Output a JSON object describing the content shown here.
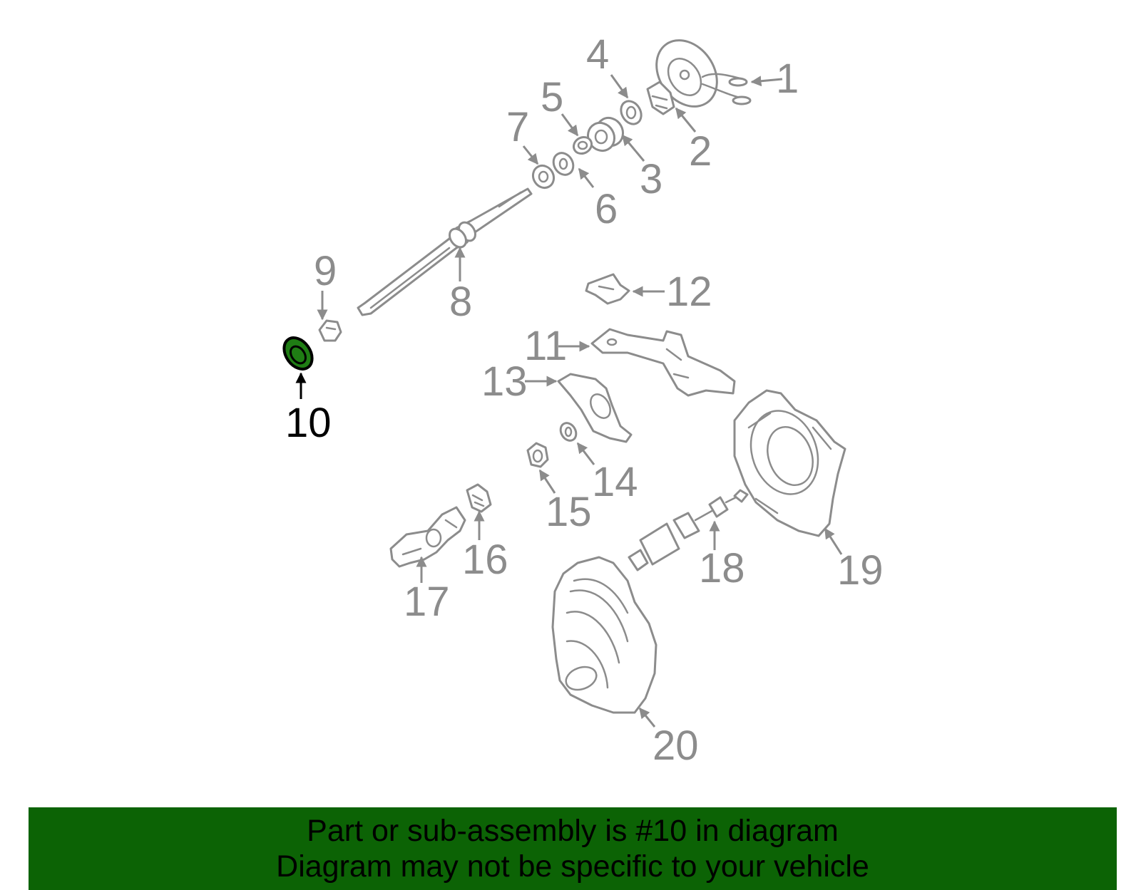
{
  "diagram": {
    "callouts": [
      "1",
      "2",
      "3",
      "4",
      "5",
      "6",
      "7",
      "8",
      "9",
      "10",
      "11",
      "12",
      "13",
      "14",
      "15",
      "16",
      "17",
      "18",
      "19",
      "20"
    ],
    "highlighted_part": "10"
  },
  "banner": {
    "line1": "Part or sub-assembly is #10 in diagram",
    "line2": "Diagram may not be specific to your vehicle"
  },
  "colors": {
    "banner_background": "#0c6305",
    "highlight_fill": "#1f7d14",
    "part_outline": "#8c8c8c",
    "highlight_label": "#000000"
  }
}
